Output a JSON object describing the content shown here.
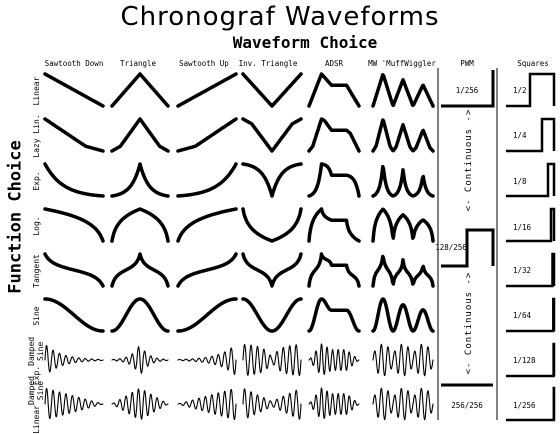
{
  "title": "Chronograf Waveforms",
  "subtitle": "Waveform Choice",
  "function_title": "Function Choice",
  "columns": [
    "Sawtooth Down",
    "Triangle",
    "Sawtooth Up",
    "Inv. Triangle",
    "ADSR",
    "MW 'MuffWiggler",
    "PWM",
    "Squares"
  ],
  "rows": [
    {
      "l1": "Linear",
      "l2": ""
    },
    {
      "l1": "Lazy Lin.",
      "l2": ""
    },
    {
      "l1": "Exp.",
      "l2": ""
    },
    {
      "l1": "Log.",
      "l2": ""
    },
    {
      "l1": "Tangent",
      "l2": ""
    },
    {
      "l1": "Sine",
      "l2": ""
    },
    {
      "l1": "Exp.",
      "l2": "Damped Sine"
    },
    {
      "l1": "Linear",
      "l2": "Damped Sine"
    }
  ],
  "pwm": {
    "top": "1/256",
    "middle": "128/256",
    "bottom": "256/256",
    "continuous": "<- Continuous ->"
  },
  "squares": [
    "1/2",
    "1/4",
    "1/8",
    "1/16",
    "1/32",
    "1/64",
    "1/128",
    "1/256"
  ]
}
